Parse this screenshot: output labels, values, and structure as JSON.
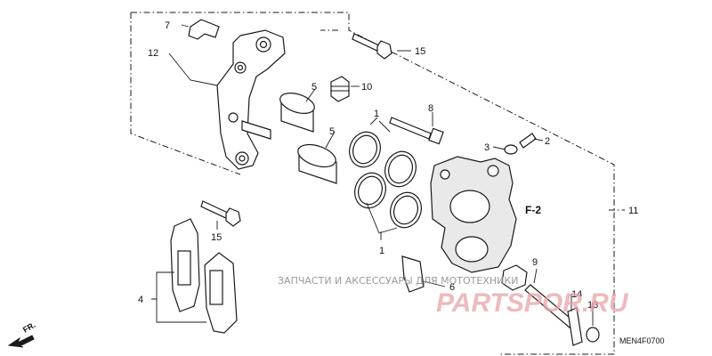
{
  "labels": {
    "p1a": "1",
    "p1b": "1",
    "p2": "2",
    "p3": "3",
    "p4": "4",
    "p5a": "5",
    "p5b": "5",
    "p6": "6",
    "p7": "7",
    "p8": "8",
    "p9": "9",
    "p10": "10",
    "p11": "11",
    "p12": "12",
    "p13": "13",
    "p14": "14",
    "p15a": "15",
    "p15b": "15"
  },
  "reference": "F-2",
  "direction": "FR.",
  "diagram_code": "MEN4F0700",
  "watermark": {
    "tagline": "ЗАПЧАСТИ И АКСЕССУАРЫ ДЛЯ МОТОТЕХНИКИ",
    "brand": "PARTSPOR.RU"
  },
  "colors": {
    "ink": "#1a1a1a",
    "watermark_brand": "#e8a3a8",
    "watermark_text": "#9a9a9a"
  }
}
